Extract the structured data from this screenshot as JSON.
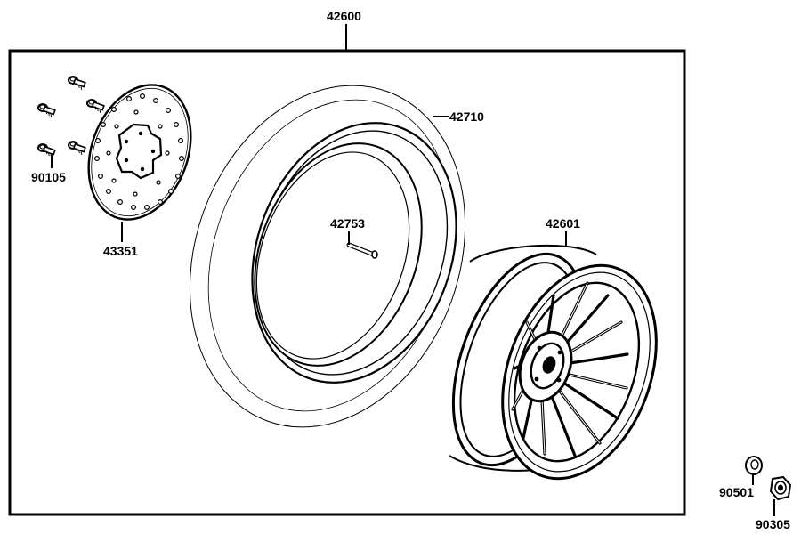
{
  "callouts": {
    "assembly": "42600",
    "tire": "42710",
    "valve": "42753",
    "rim": "42601",
    "disc": "43351",
    "bolt": "90105",
    "washer": "90501",
    "nut": "90305"
  }
}
